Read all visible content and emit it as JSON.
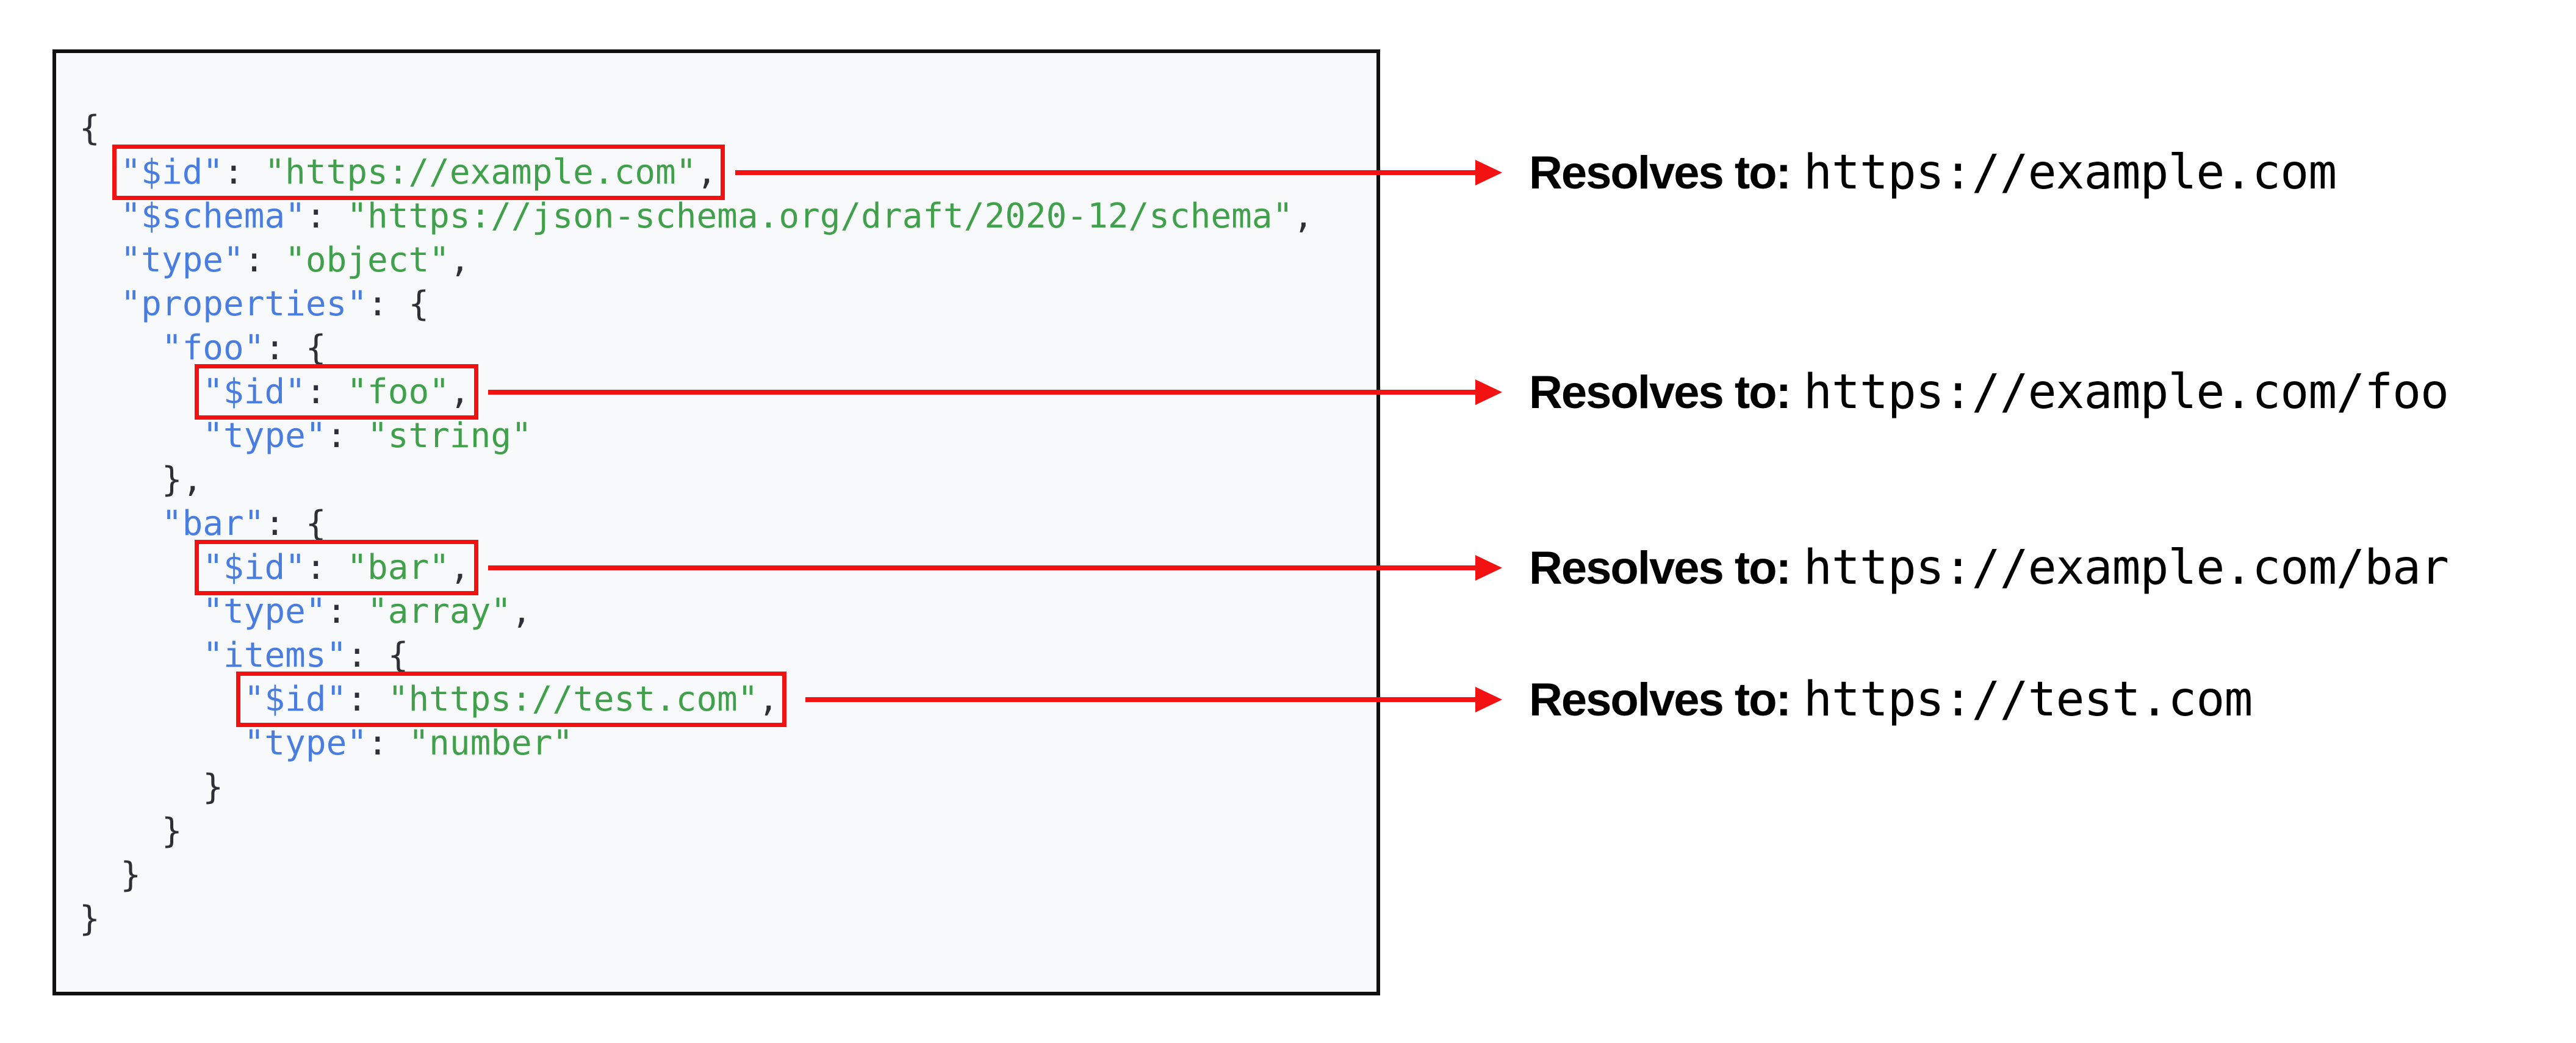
{
  "colors": {
    "key_blue": "#4a7de0",
    "string_green": "#41a04b",
    "punctuation_dark": "#2d3036",
    "highlight_red": "#f21212",
    "code_background": "#f8f9fa",
    "code_border": "#111111",
    "page_background": "#ffffff",
    "annotation_text": "#000000"
  },
  "code_block": {
    "language": "json",
    "lines": [
      [
        {
          "c": "p",
          "v": "{"
        }
      ],
      [
        {
          "c": "p",
          "v": "  "
        },
        {
          "hl": true,
          "parts": [
            {
              "c": "k",
              "v": "\"$id\""
            },
            {
              "c": "p",
              "v": ": "
            },
            {
              "c": "s",
              "v": "\"https://example.com\""
            },
            {
              "c": "p",
              "v": ","
            }
          ]
        }
      ],
      [
        {
          "c": "p",
          "v": "  "
        },
        {
          "c": "k",
          "v": "\"$schema\""
        },
        {
          "c": "p",
          "v": ": "
        },
        {
          "c": "s",
          "v": "\"https://json-schema.org/draft/2020-12/schema\""
        },
        {
          "c": "p",
          "v": ","
        }
      ],
      [
        {
          "c": "p",
          "v": "  "
        },
        {
          "c": "k",
          "v": "\"type\""
        },
        {
          "c": "p",
          "v": ": "
        },
        {
          "c": "s",
          "v": "\"object\""
        },
        {
          "c": "p",
          "v": ","
        }
      ],
      [
        {
          "c": "p",
          "v": "  "
        },
        {
          "c": "k",
          "v": "\"properties\""
        },
        {
          "c": "p",
          "v": ": {"
        }
      ],
      [
        {
          "c": "p",
          "v": "    "
        },
        {
          "c": "k",
          "v": "\"foo\""
        },
        {
          "c": "p",
          "v": ": {"
        }
      ],
      [
        {
          "c": "p",
          "v": "      "
        },
        {
          "hl": true,
          "parts": [
            {
              "c": "k",
              "v": "\"$id\""
            },
            {
              "c": "p",
              "v": ": "
            },
            {
              "c": "s",
              "v": "\"foo\""
            },
            {
              "c": "p",
              "v": ","
            }
          ]
        }
      ],
      [
        {
          "c": "p",
          "v": "      "
        },
        {
          "c": "k",
          "v": "\"type\""
        },
        {
          "c": "p",
          "v": ": "
        },
        {
          "c": "s",
          "v": "\"string\""
        }
      ],
      [
        {
          "c": "p",
          "v": "    },"
        }
      ],
      [
        {
          "c": "p",
          "v": "    "
        },
        {
          "c": "k",
          "v": "\"bar\""
        },
        {
          "c": "p",
          "v": ": {"
        }
      ],
      [
        {
          "c": "p",
          "v": "      "
        },
        {
          "hl": true,
          "parts": [
            {
              "c": "k",
              "v": "\"$id\""
            },
            {
              "c": "p",
              "v": ": "
            },
            {
              "c": "s",
              "v": "\"bar\""
            },
            {
              "c": "p",
              "v": ","
            }
          ]
        }
      ],
      [
        {
          "c": "p",
          "v": "      "
        },
        {
          "c": "k",
          "v": "\"type\""
        },
        {
          "c": "p",
          "v": ": "
        },
        {
          "c": "s",
          "v": "\"array\""
        },
        {
          "c": "p",
          "v": ","
        }
      ],
      [
        {
          "c": "p",
          "v": "      "
        },
        {
          "c": "k",
          "v": "\"items\""
        },
        {
          "c": "p",
          "v": ": {"
        }
      ],
      [
        {
          "c": "p",
          "v": "        "
        },
        {
          "hl": true,
          "parts": [
            {
              "c": "k",
              "v": "\"$id\""
            },
            {
              "c": "p",
              "v": ": "
            },
            {
              "c": "s",
              "v": "\"https://test.com\""
            },
            {
              "c": "p",
              "v": ","
            }
          ]
        }
      ],
      [
        {
          "c": "p",
          "v": "        "
        },
        {
          "c": "k",
          "v": "\"type\""
        },
        {
          "c": "p",
          "v": ": "
        },
        {
          "c": "s",
          "v": "\"number\""
        }
      ],
      [
        {
          "c": "p",
          "v": "      }"
        }
      ],
      [
        {
          "c": "p",
          "v": "    }"
        }
      ],
      [
        {
          "c": "p",
          "v": "  }"
        }
      ],
      [
        {
          "c": "p",
          "v": "}"
        }
      ]
    ]
  },
  "annotations": [
    {
      "label": "Resolves to:",
      "value": "https://example.com"
    },
    {
      "label": "Resolves to:",
      "value": "https://example.com/foo"
    },
    {
      "label": "Resolves to:",
      "value": "https://example.com/bar"
    },
    {
      "label": "Resolves to:",
      "value": "https://test.com"
    }
  ]
}
